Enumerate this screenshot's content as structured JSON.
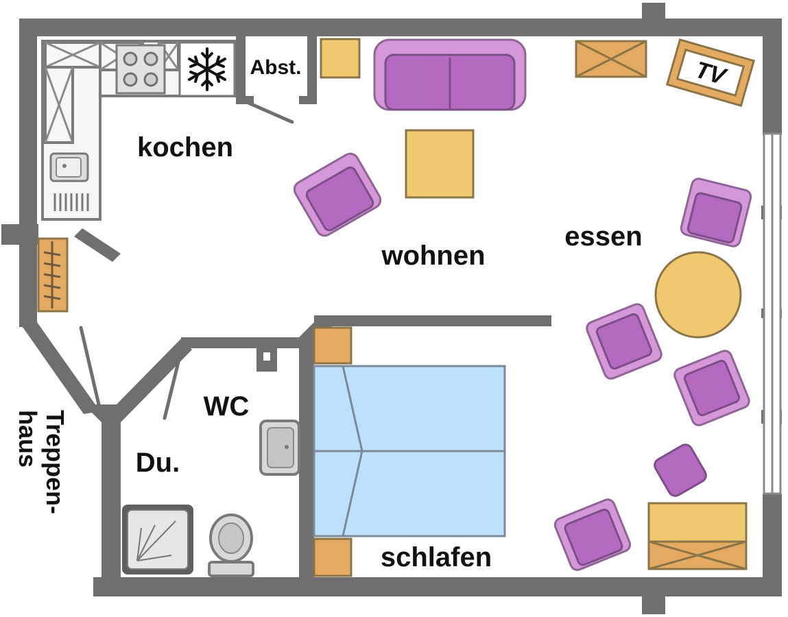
{
  "rooms": {
    "kochen": "kochen",
    "wohnen": "wohnen",
    "essen": "essen",
    "schlafen": "schlafen",
    "wc": "WC",
    "dusche": "Du.",
    "treppenhaus_line1": "Treppen-",
    "treppenhaus_line2": "haus"
  },
  "labels": {
    "abstellraum": "Abst.",
    "tv": "TV"
  },
  "colors": {
    "wall": "#6f6f6f",
    "chair": "#d597d8",
    "chair_seat": "#b56ac2",
    "table": "#f0c870",
    "wood": "#e4aa62",
    "bed": "#bde0fb",
    "fixture": "#d8d8d8"
  },
  "icons": {
    "fridge": "snowflake-icon",
    "stove": "stove-icon",
    "sink": "sink-icon",
    "toilet": "toilet-icon",
    "shower": "shower-icon"
  }
}
